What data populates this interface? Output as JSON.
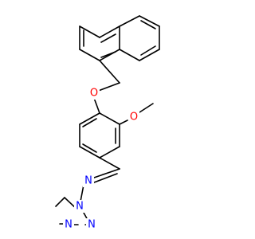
{
  "molecule": {
    "atom_labels": {
      "o_ether": "O",
      "o_methoxy": "O",
      "n_imine": "N",
      "n_ring_1": "N",
      "n_ring_3": "N",
      "n_ring_4": "N"
    },
    "colors": {
      "bond": "#000000",
      "oxygen": "#ff0000",
      "nitrogen": "#0000ff",
      "background": "#ffffff"
    }
  }
}
